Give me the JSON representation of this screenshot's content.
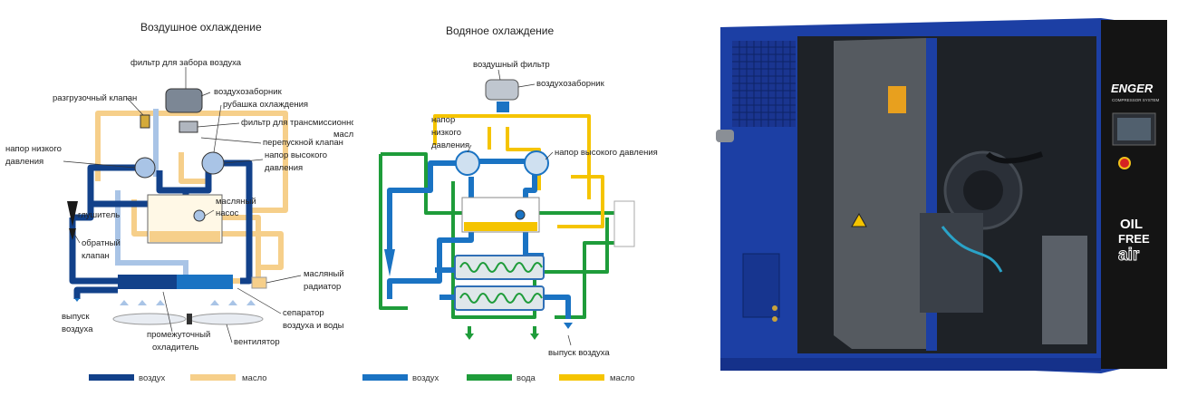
{
  "air_cooling": {
    "title": "Воздушное охлаждение",
    "labels": {
      "intake_filter": "фильтр для забора воздуха",
      "unloading_valve": "разгрузочный клапан",
      "air_intake": "воздухозаборник",
      "cooling_jacket": "рубашка охлаждения",
      "transmission_oil_filter": "фильтр для трансмиссионного",
      "transmission_oil_filter_2": "масла",
      "bypass_valve": "перепускной клапан",
      "low_pressure_1": "напор низкого",
      "low_pressure_2": "давления",
      "high_pressure_1": "напор высокого",
      "high_pressure_2": "давления",
      "oil_pump_1": "масляный",
      "oil_pump_2": "насос",
      "silencer": "глушитель",
      "check_valve_1": "обратный",
      "check_valve_2": "клапан",
      "oil_radiator_1": "масляный",
      "oil_radiator_2": "радиатор",
      "air_outlet_1": "выпуск",
      "air_outlet_2": "воздуха",
      "separator_1": "сепаратор",
      "separator_2": "воздуха и воды",
      "intercooler_1": "промежуточный",
      "intercooler_2": "охладитель",
      "fan": "вентилятор"
    },
    "legend": [
      {
        "label": "воздух",
        "color": "#12418a"
      },
      {
        "label": "масло",
        "color": "#f6cf8a"
      }
    ]
  },
  "water_cooling": {
    "title": "Водяное охлаждение",
    "labels": {
      "air_filter": "воздушный фильтр",
      "air_intake": "воздухозаборник",
      "low_pressure_1": "напор",
      "low_pressure_2": "низкого",
      "low_pressure_3": "давления",
      "high_pressure": "напор высокого давления",
      "air_outlet": "выпуск воздуха"
    },
    "legend": [
      {
        "label": "воздух",
        "color": "#1a73c3"
      },
      {
        "label": "вода",
        "color": "#1e9c3a"
      },
      {
        "label": "масло",
        "color": "#f5c400"
      }
    ]
  },
  "photo": {
    "brand": "ENGER",
    "brand_sub": "COMPRESSOR SYSTEM",
    "badge_1": "OIL",
    "badge_2": "FREE",
    "badge_3": "air"
  },
  "colors": {
    "air_dark": "#12418a",
    "air_mid": "#1a73c3",
    "air_light": "#a9c4e6",
    "oil_light": "#f6cf8a",
    "oil_yellow": "#f5c400",
    "water": "#1e9c3a",
    "cabinet_blue": "#1c3fa4",
    "cabinet_black": "#141414"
  }
}
